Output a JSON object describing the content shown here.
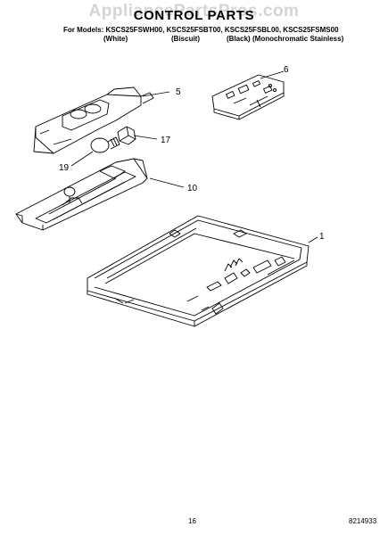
{
  "watermark": "AppliancePartsPros.com",
  "title": "CONTROL PARTS",
  "models_line": "For Models: KSCS25FSWH00, KSCS25FSBT00, KSCS25FSBL00, KSCS25FSMS00",
  "colors": [
    "(White)",
    "(Biscuit)",
    "(Black)",
    "(Monochromatic Stainless)"
  ],
  "callouts": {
    "c5": "5",
    "c6": "6",
    "c17": "17",
    "c19": "19",
    "c10": "10",
    "c1": "1"
  },
  "footer": {
    "page_number": "16",
    "doc_number": "8214933"
  }
}
